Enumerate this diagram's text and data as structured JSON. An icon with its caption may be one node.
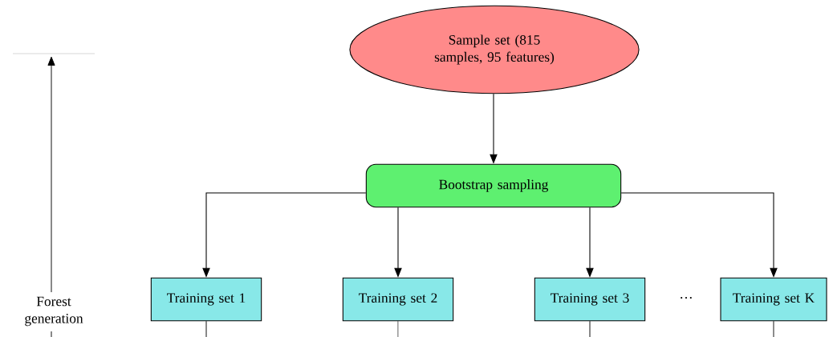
{
  "diagram": {
    "nodes": [
      {
        "text": [
          "Sample set (815 samples, 95 features)"
        ]
      },
      {
        "text": [
          "Bootstrap sampling"
        ]
      },
      {
        "text": [
          "Training set 1"
        ]
      },
      {
        "text": [
          "Training set 2"
        ]
      },
      {
        "text": [
          "Training set 3"
        ]
      },
      {
        "text": [
          "Training set K"
        ]
      }
    ],
    "edges": [
      {
        "from": 0,
        "to": 1,
        "arrow": "to"
      },
      {
        "from": 1,
        "to": 2,
        "arrow": "to"
      },
      {
        "from": 1,
        "to": 3,
        "arrow": "to"
      },
      {
        "from": 1,
        "to": 4,
        "arrow": "to"
      },
      {
        "from": 1,
        "to": 5,
        "arrow": "to"
      }
    ],
    "labels": [
      "Forest generation",
      "…"
    ]
  }
}
